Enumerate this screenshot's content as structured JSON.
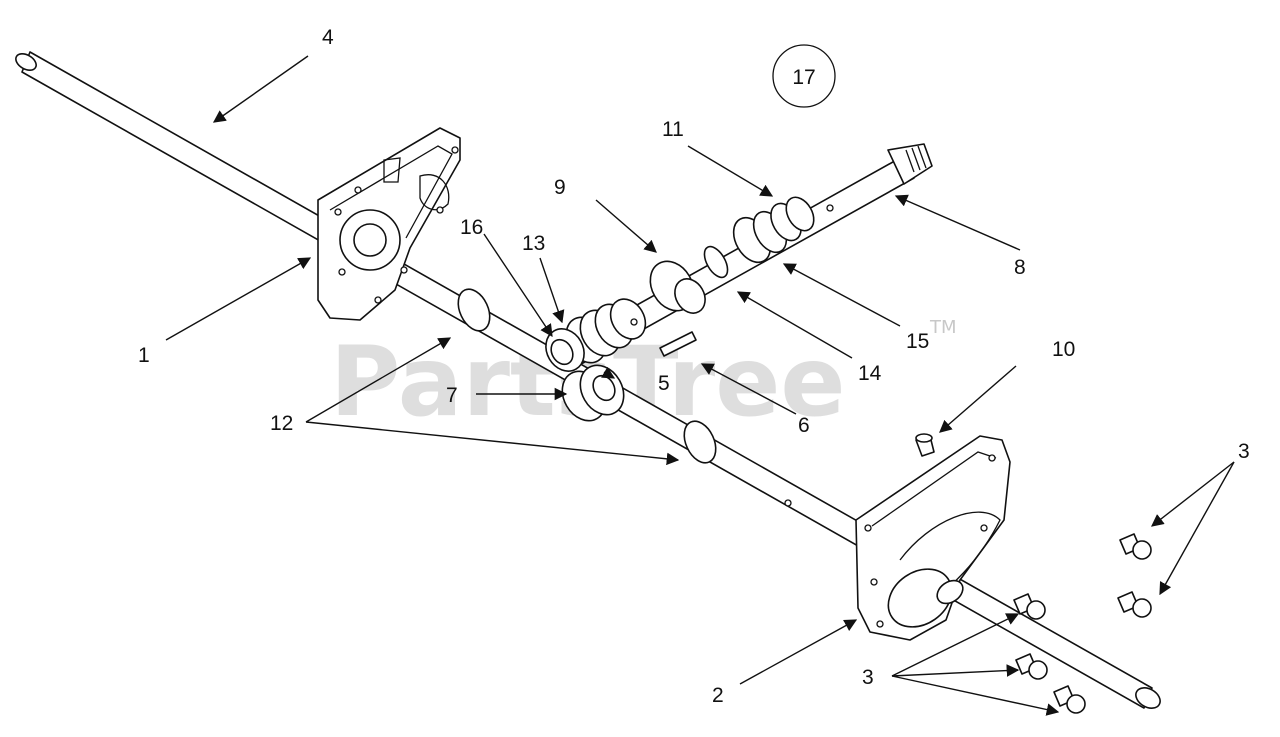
{
  "diagram": {
    "watermark": "PartsTree",
    "trademark": "TM",
    "figure_number": "17",
    "callouts": {
      "c1": "1",
      "c2": "2",
      "c3a": "3",
      "c3b": "3",
      "c4": "4",
      "c5": "5",
      "c6": "6",
      "c7": "7",
      "c8": "8",
      "c9": "9",
      "c10": "10",
      "c11": "11",
      "c12": "12",
      "c13": "13",
      "c14": "14",
      "c15": "15",
      "c16": "16"
    }
  }
}
